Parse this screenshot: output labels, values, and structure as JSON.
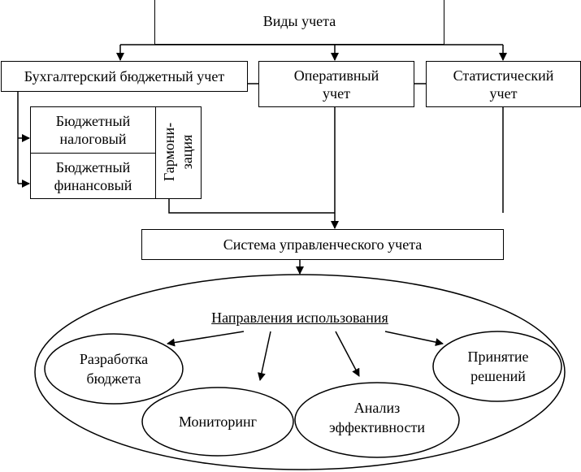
{
  "title": "Виды учета",
  "types": {
    "accounting": "Бухгалтерский бюджетный учет",
    "operative_line1": "Оперативный",
    "operative_line2": "учет",
    "statistical_line1": "Статистический",
    "statistical_line2": "учет"
  },
  "subtypes": {
    "tax_line1": "Бюджетный",
    "tax_line2": "налоговый",
    "fin_line1": "Бюджетный",
    "fin_line2": "финансовый",
    "harmonization_line1": "Гармони-",
    "harmonization_line2": "зация"
  },
  "system": "Система управленческого учета",
  "directions": {
    "heading": "Направления использования",
    "budget_line1": "Разработка",
    "budget_line2": "бюджета",
    "monitoring": "Мониторинг",
    "analysis_line1": "Анализ",
    "analysis_line2": "эффективности",
    "decisions_line1": "Принятие",
    "decisions_line2": "решений"
  }
}
